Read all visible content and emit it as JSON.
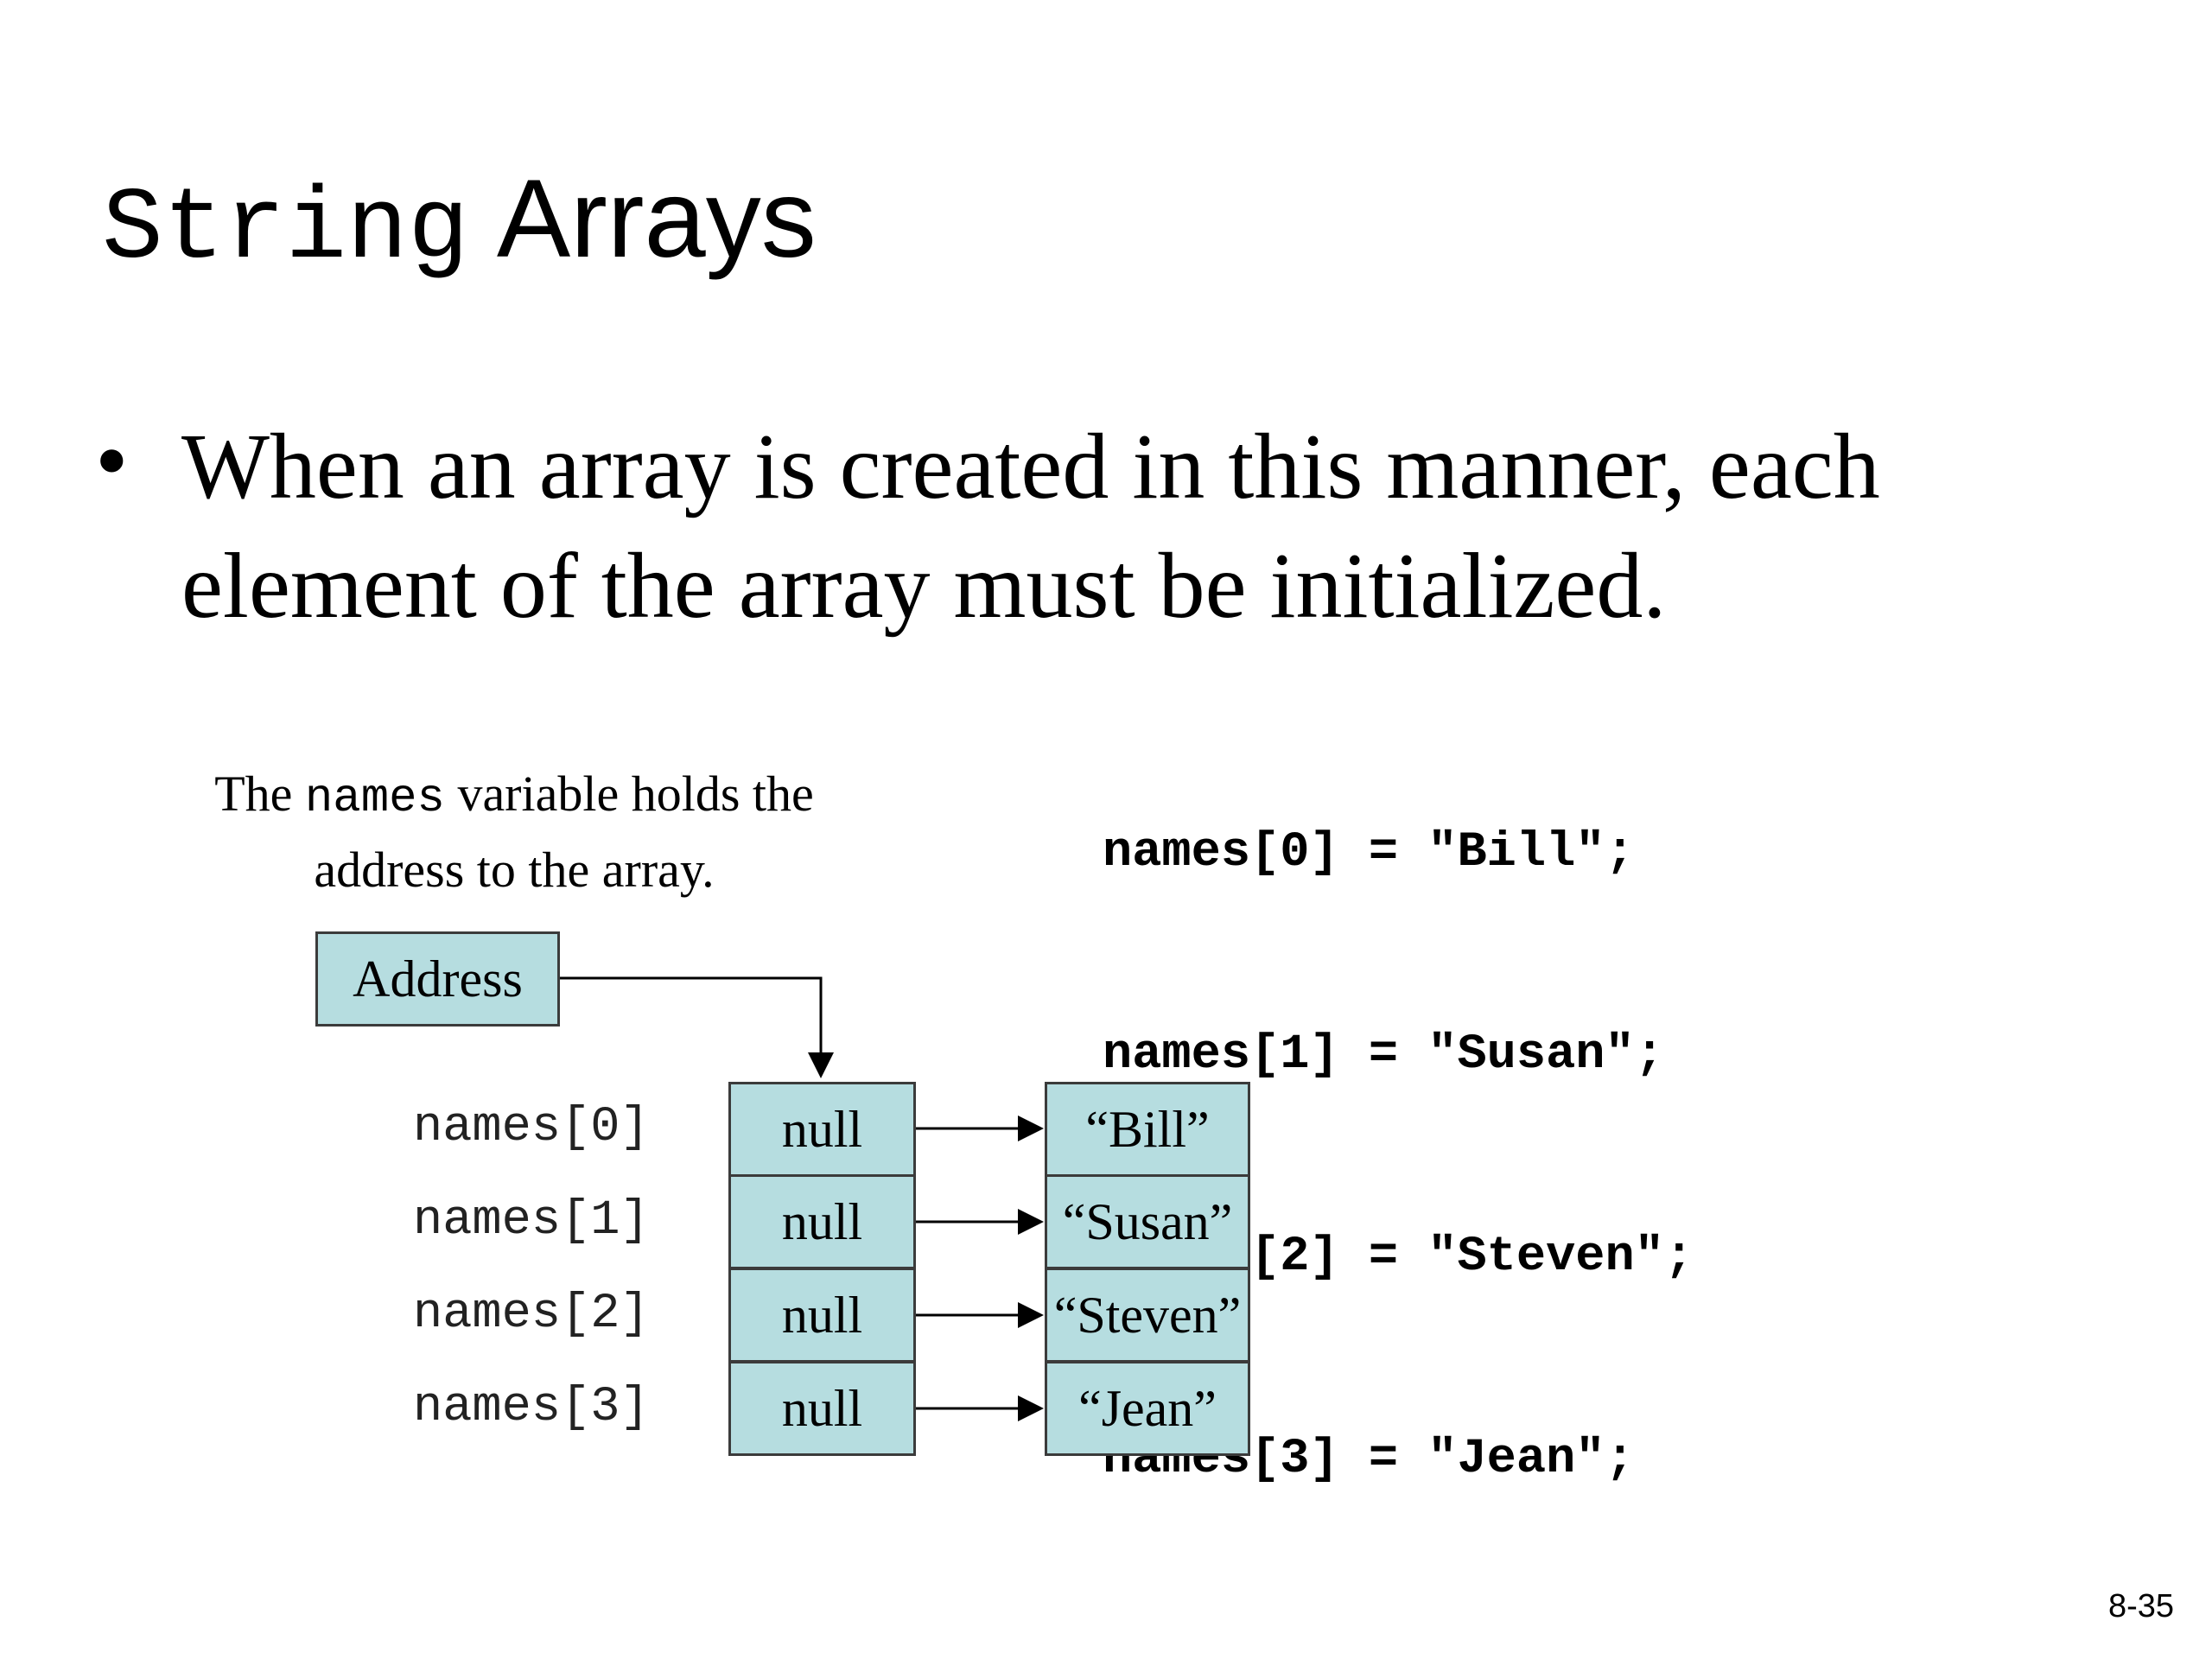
{
  "title": {
    "code": "String",
    "word": "Arrays"
  },
  "bullet": {
    "symbol": "•",
    "text": "When an array is created in this manner, each element of the array must be initialized."
  },
  "caption": {
    "before": "The ",
    "code": "names",
    "after": " variable holds the address to the array."
  },
  "code_lines": [
    "names[0] = \"Bill\";",
    "names[1] = \"Susan\";",
    "names[2] = \"Steven\";",
    "names[3] = \"Jean\";"
  ],
  "address_box": "Address",
  "rows": [
    {
      "label": "names[0]",
      "ref": "null",
      "value": "“Bill”"
    },
    {
      "label": "names[1]",
      "ref": "null",
      "value": "“Susan”"
    },
    {
      "label": "names[2]",
      "ref": "null",
      "value": "“Steven”"
    },
    {
      "label": "names[3]",
      "ref": "null",
      "value": "“Jean”"
    }
  ],
  "colors": {
    "box_fill": "#b6dde0",
    "box_border": "#3b3b3b"
  },
  "slide_number": "8-35"
}
